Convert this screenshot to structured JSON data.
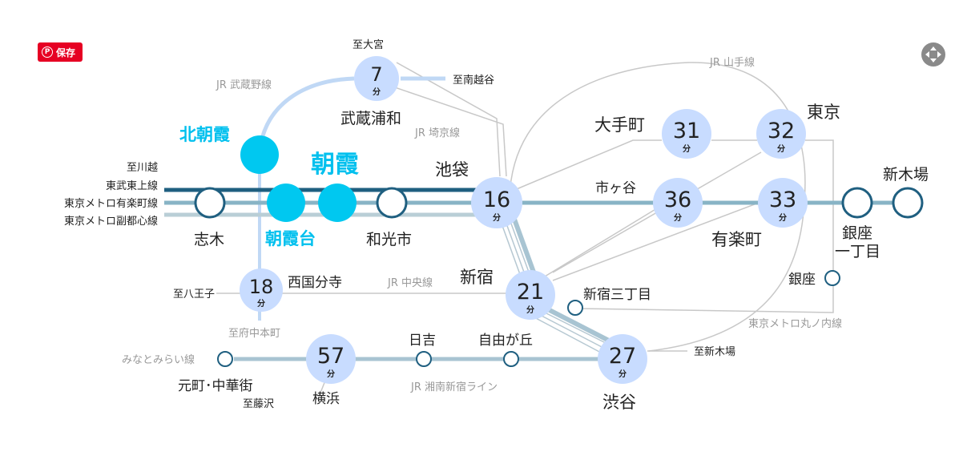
{
  "toolbar": {
    "save_label": "保存",
    "pin_icon": "pinterest-icon",
    "expand_icon": "expand-icon"
  },
  "colors": {
    "highlight": "#00c8f0",
    "bubble": "#c8dcff",
    "line_dark": "#1f5f80",
    "line_mid": "#88b4c6",
    "line_light": "#b9ced6",
    "label_gray": "#999999"
  },
  "lines": {
    "tobu_tojo": "東武東上線",
    "yurakucho": "東京メトロ有楽町線",
    "fukutoshin": "東京メトロ副都心線",
    "jr_musashino": "JR 武蔵野線",
    "jr_saikyo": "JR 埼京線",
    "jr_yamanote": "JR 山手線",
    "jr_chuo": "JR 中央線",
    "marunouchi": "東京メトロ丸ノ内線",
    "minatomirai": "みなとみらい線",
    "shonan_shinjuku": "JR 湘南新宿ライン"
  },
  "directions": {
    "kawagoe": "至川越",
    "omiya": "至大宮",
    "minami_koshigaya": "至南越谷",
    "hachioji": "至八王子",
    "fuchu_honmachi": "至府中本町",
    "shin_kiba": "至新木場",
    "fujisawa": "至藤沢"
  },
  "stations": {
    "kita_asaka": "北朝霞",
    "asaka": "朝霞",
    "asakadai": "朝霞台",
    "shiki": "志木",
    "wakoshi": "和光市",
    "musashi_urawa": "武蔵浦和",
    "ikebukuro": "池袋",
    "otemachi": "大手町",
    "tokyo": "東京",
    "ichigaya": "市ヶ谷",
    "yurakucho": "有楽町",
    "shinkiba": "新木場",
    "ginza_itchome": "銀座\n一丁目",
    "ginza": "銀座",
    "nishi_kokubunji": "西国分寺",
    "shinjuku": "新宿",
    "shinjuku_sanchome": "新宿三丁目",
    "hiyoshi": "日吉",
    "jiyugaoka": "自由が丘",
    "shibuya": "渋谷",
    "yokohama": "横浜",
    "motomachi": "元町･中華街"
  },
  "times": {
    "unit": "分",
    "musashi_urawa": "7",
    "ikebukuro": "16",
    "otemachi": "31",
    "tokyo": "32",
    "ichigaya": "36",
    "yurakucho": "33",
    "nishi_kokubunji": "18",
    "shinjuku": "21",
    "yokohama": "57",
    "shibuya": "27"
  }
}
